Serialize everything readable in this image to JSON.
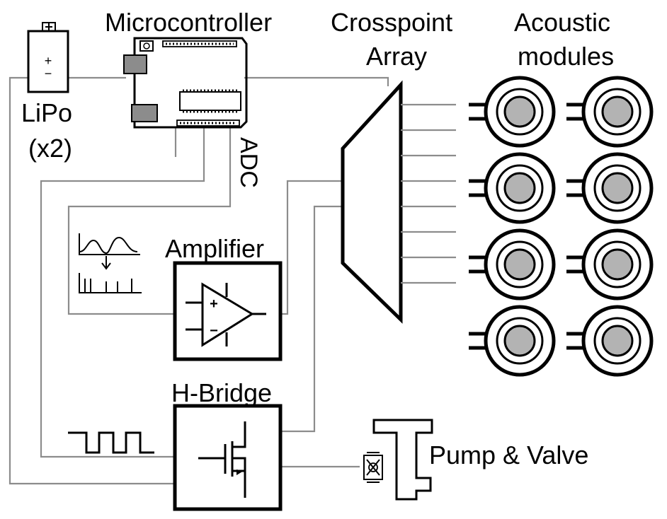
{
  "labels": {
    "microcontroller": "Microcontroller",
    "crosspoint_line1": "Crosspoint",
    "crosspoint_line2": "Array",
    "acoustic_line1": "Acoustic",
    "acoustic_line2": "modules",
    "lipo_line1": "LiPo",
    "lipo_line2": "(x2)",
    "adc": "ADC",
    "amplifier": "Amplifier",
    "hbridge": "H-Bridge",
    "pump_valve": "Pump & Valve"
  },
  "battery_symbols": {
    "plus": "+",
    "minus": "−"
  },
  "amp_symbols": {
    "plus": "+",
    "minus": "−"
  },
  "colors": {
    "wire": "#8c8c8c",
    "module_fill": "#b3b3b3",
    "stroke": "#000000"
  },
  "acoustic_modules": {
    "rows": 4,
    "columns": 2
  },
  "crosspoint_outputs": 8
}
